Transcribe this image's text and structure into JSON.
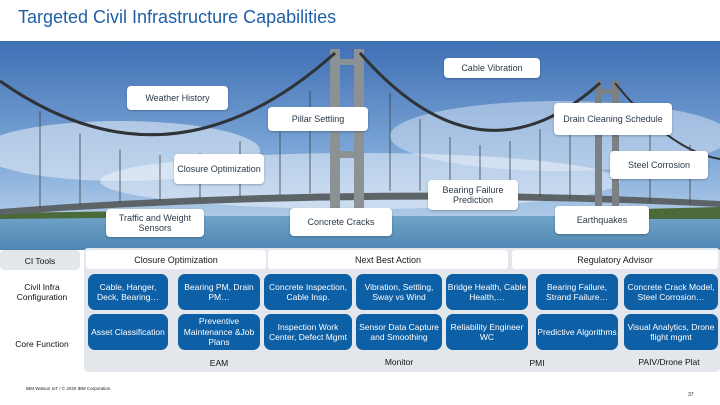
{
  "title": "Targeted Civil Infrastructure Capabilities",
  "photo_labels": {
    "cable_vibration": "Cable Vibration",
    "weather_history": "Weather History",
    "drain_cleaning": "Drain Cleaning Schedule",
    "pillar_settling": "Pillar Settling",
    "closure_optimization": "Closure Optimization",
    "steel_corrosion": "Steel Corrosion",
    "bearing_failure_prediction": "Bearing Failure Prediction",
    "traffic_weight": "Traffic and Weight Sensors",
    "concrete_cracks": "Concrete Cracks",
    "earthquakes": "Earthquakes"
  },
  "rows": {
    "ci_tools": "CI Tools",
    "civil_infra": "Civil Infra Configuration",
    "core_function": "Core Function"
  },
  "headers": {
    "closure_optimization": "Closure Optimization",
    "next_best_action": "Next Best Action",
    "regulatory_advisor": "Regulatory Advisor"
  },
  "config_cells": [
    "Cable, Hanger, Deck, Bearing…",
    "Bearing PM, Drain PM…",
    "Concrete Inspection, Cable Insp.",
    "Vibration, Settling, Sway vs Wind",
    "Bridge Health, Cable Health,…",
    "Bearing Failure, Strand Failure…",
    "Concrete Crack Model, Steel Corrosion…"
  ],
  "core_cells": [
    "Asset Classification",
    "Preventive Maintenance &Job Plans",
    "Inspection Work Center, Defect Mgmt",
    "Sensor Data Capture and Smoothing",
    "Reliability Engineer WC",
    "Predictive Algorithms",
    "Visual Analytics, Drone flight mgmt"
  ],
  "bottom_labels": {
    "eam": "EAM",
    "monitor": "Monitor",
    "pmi": "PMI",
    "paiv": "PAIV/Drone Plat"
  },
  "footer": "IBM Watson IoT / © 2020 IBM Corporation",
  "page_number": "37",
  "colors": {
    "accent": "#0d5fa6",
    "title": "#1f5fa6"
  }
}
